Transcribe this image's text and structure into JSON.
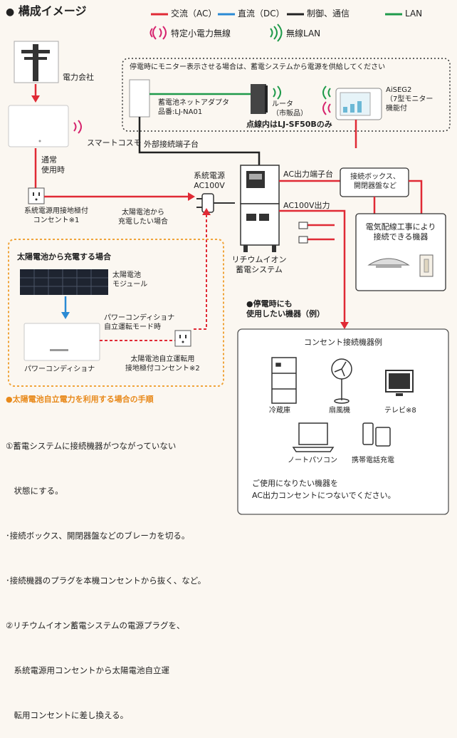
{
  "header": {
    "title": "構成イメージ",
    "legend": {
      "ac": "交流（AC）",
      "dc": "直流（DC）",
      "control": "制御、通信",
      "lan": "LAN",
      "wireless_tokutei": "特定小電力無線",
      "wireless_lan": "無線LAN"
    }
  },
  "colors": {
    "ac": "#e02a35",
    "dc": "#2a8ad4",
    "control": "#222222",
    "lan": "#1e9a4a",
    "solar_border": "#f0a43a",
    "accent_orange": "#e8891a"
  },
  "labels": {
    "power_company": "電力会社",
    "smart_cosmo": "スマートコスモ",
    "normal_use": "通常\n使用時",
    "grid_outlet": "系統電源用接地極付\nコンセント※1",
    "grid_power": "系統電源\nAC100V",
    "from_solar": "太陽電池から\n充電したい場合",
    "ext_terminal": "外部接続端子台",
    "dotted_note": "停電時にモニター表示させる場合は、蓄電システムから電源を供給してください",
    "adapter": "蓄電池ネットアダプタ\n品番:LJ-NA01",
    "router": "ルータ\n（市販品）",
    "aiseg": "AiSEG2\n（7型モニター\n機能付",
    "dotted_only": "点線内はLJ-SF50Bのみ",
    "ac_terminal": "AC出力端子台",
    "junction": "接続ボックス、\n開閉器盤など",
    "ac100_out": "AC100V出力",
    "electrical_work": "電気配線工事により\n接続できる機器",
    "battery": "リチウムイオン\n蓄電システム",
    "outage": "●停電時にも\n使用したい機器（例）",
    "outlet_examples": "コンセント接続機器例",
    "fridge": "冷蔵庫",
    "fan": "扇風機",
    "tv": "テレビ※8",
    "laptop": "ノートパソコン",
    "phone": "携帯電話充電",
    "ac_note": "ご使用になりたい機器を\nAC出力コンセントにつないでください。"
  },
  "solar_box": {
    "title": "太陽電池から充電する場合",
    "module": "太陽電池\nモジュール",
    "pcs_mode": "パワーコンディショナ\n自立運転モード時",
    "pcs": "パワーコンディショナ",
    "solar_outlet": "太陽電池自立運転用\n接地極付コンセント※2"
  },
  "procedure": {
    "title": "●太陽電池自立電力を利用する場合の手順",
    "steps": [
      "①蓄電システムに接続機器がつながっていない",
      "　状態にする。",
      "･接続ボックス、開閉器盤などのブレーカを切る。",
      "･接続機器のプラグを本機コンセントから抜く、など。",
      "②リチウムイオン蓄電システムの電源プラグを、",
      "　系統電源用コンセントから太陽電池自立運",
      "　転用コンセントに差し換える。"
    ]
  }
}
